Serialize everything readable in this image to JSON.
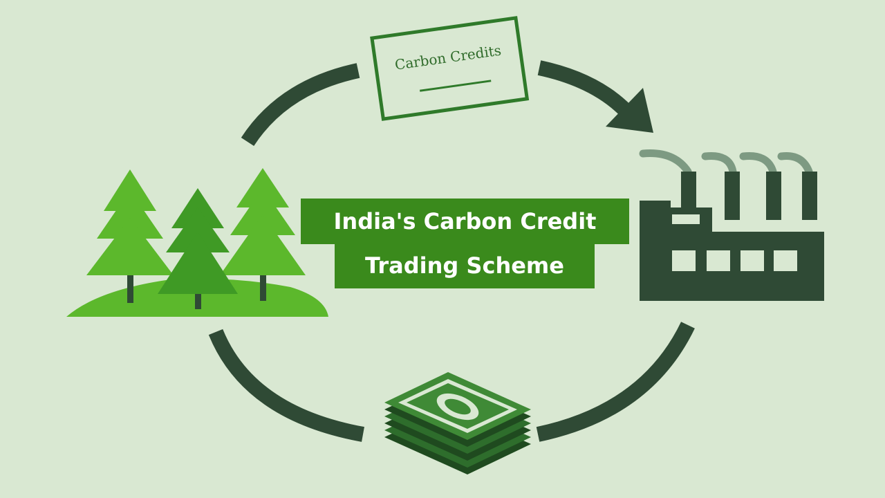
{
  "title": {
    "line1": "India's Carbon Credit",
    "line2": "Trading Scheme"
  },
  "certificate": {
    "label": "Carbon Credits"
  },
  "icons": {
    "forest": "forest-icon",
    "certificate": "certificate-icon",
    "factory": "factory-icon",
    "money": "money-stack-icon",
    "arrow": "arrow-head-icon"
  },
  "colors": {
    "background": "#d9e8d2",
    "arc": "#2f4a35",
    "title_box": "#3a8a1c",
    "title_text": "#ffffff",
    "tree_light": "#5cb82c",
    "tree_dark": "#3f9a25",
    "factory": "#2f4a35",
    "smoke": "#7d9a82",
    "certificate": "#2f7a2a",
    "money": "#2e6d2c"
  }
}
